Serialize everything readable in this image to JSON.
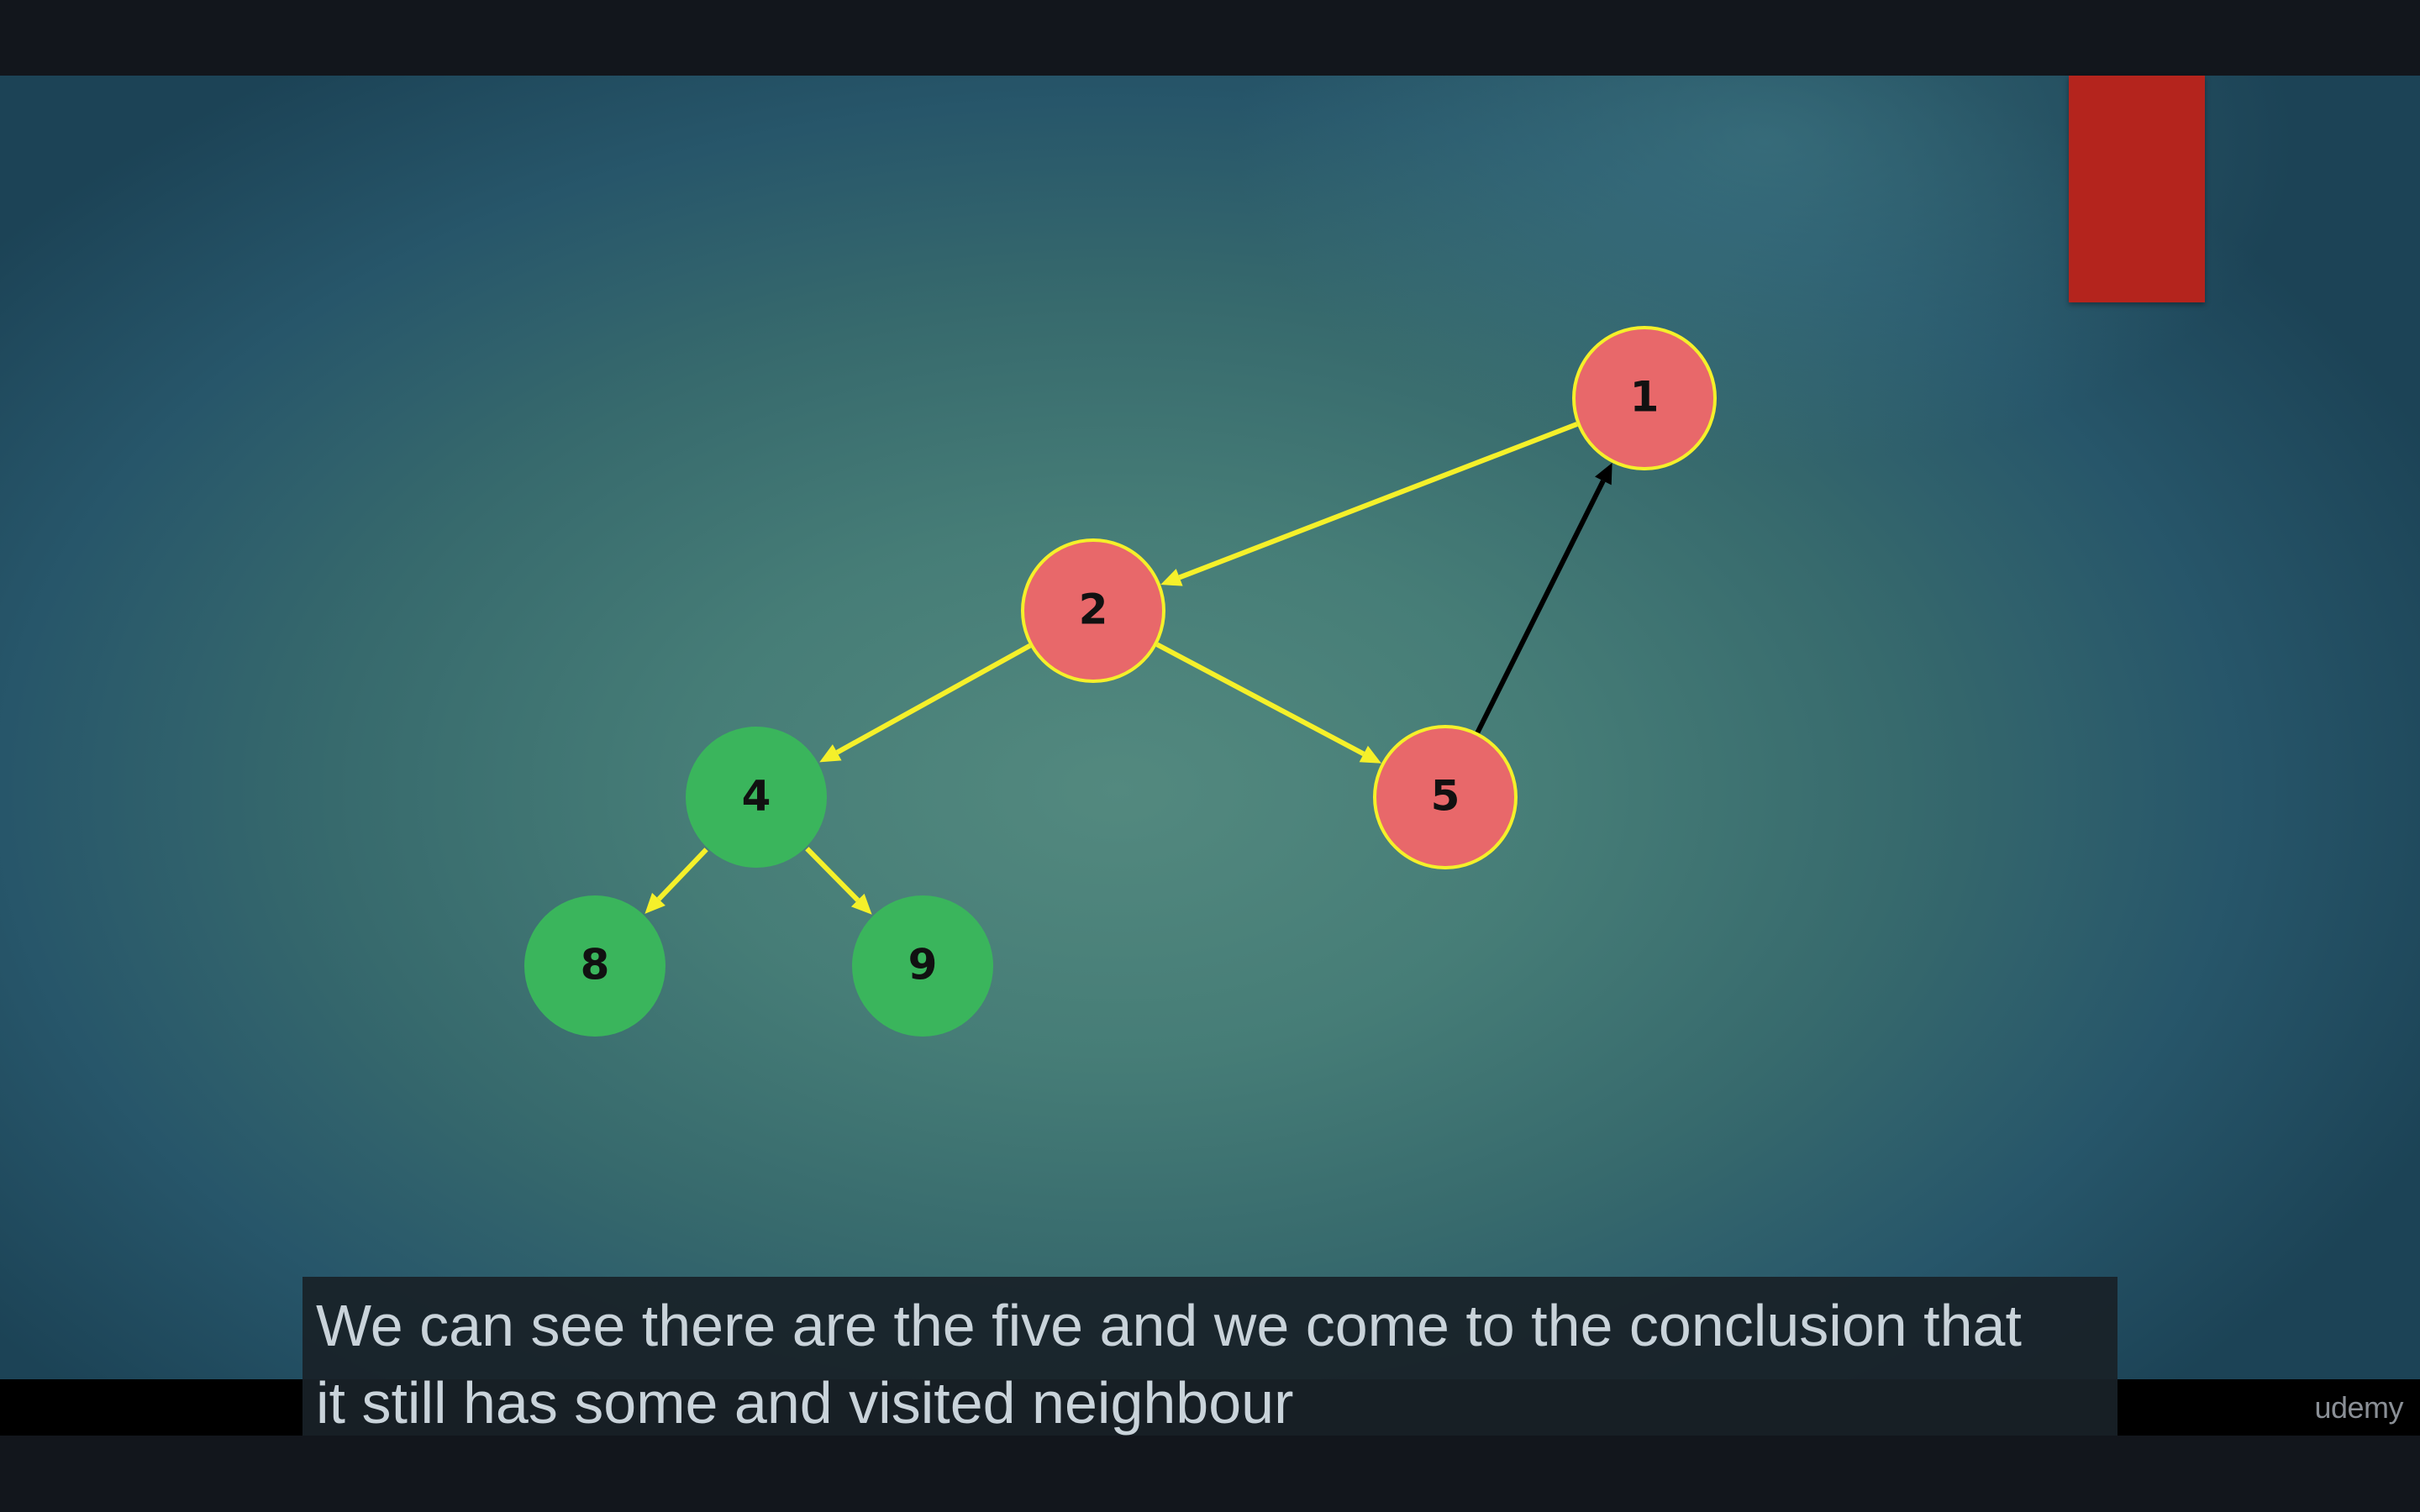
{
  "slide": {
    "graph": {
      "nodes": [
        {
          "id": "1",
          "label": "1",
          "state": "visited",
          "color": "#e8686a"
        },
        {
          "id": "2",
          "label": "2",
          "state": "visited",
          "color": "#e8686a"
        },
        {
          "id": "5",
          "label": "5",
          "state": "visited",
          "color": "#e8686a"
        },
        {
          "id": "4",
          "label": "4",
          "state": "unvisited",
          "color": "#3ab55c"
        },
        {
          "id": "8",
          "label": "8",
          "state": "unvisited",
          "color": "#3ab55c"
        },
        {
          "id": "9",
          "label": "9",
          "state": "unvisited",
          "color": "#3ab55c"
        }
      ],
      "edges": [
        {
          "from": "1",
          "to": "2",
          "color": "#f5f02a"
        },
        {
          "from": "2",
          "to": "4",
          "color": "#f5f02a"
        },
        {
          "from": "2",
          "to": "5",
          "color": "#f5f02a"
        },
        {
          "from": "4",
          "to": "8",
          "color": "#f5f02a"
        },
        {
          "from": "4",
          "to": "9",
          "color": "#f5f02a"
        },
        {
          "from": "5",
          "to": "1",
          "color": "#000000"
        }
      ],
      "node_outline_color": "#f5f02a",
      "accent_block_color": "#b4241d"
    }
  },
  "captions": {
    "line1": "We can see there are the five and we come to the conclusion that",
    "line2": "it still has some and visited neighbour"
  },
  "player": {
    "watermark": "udemy"
  }
}
